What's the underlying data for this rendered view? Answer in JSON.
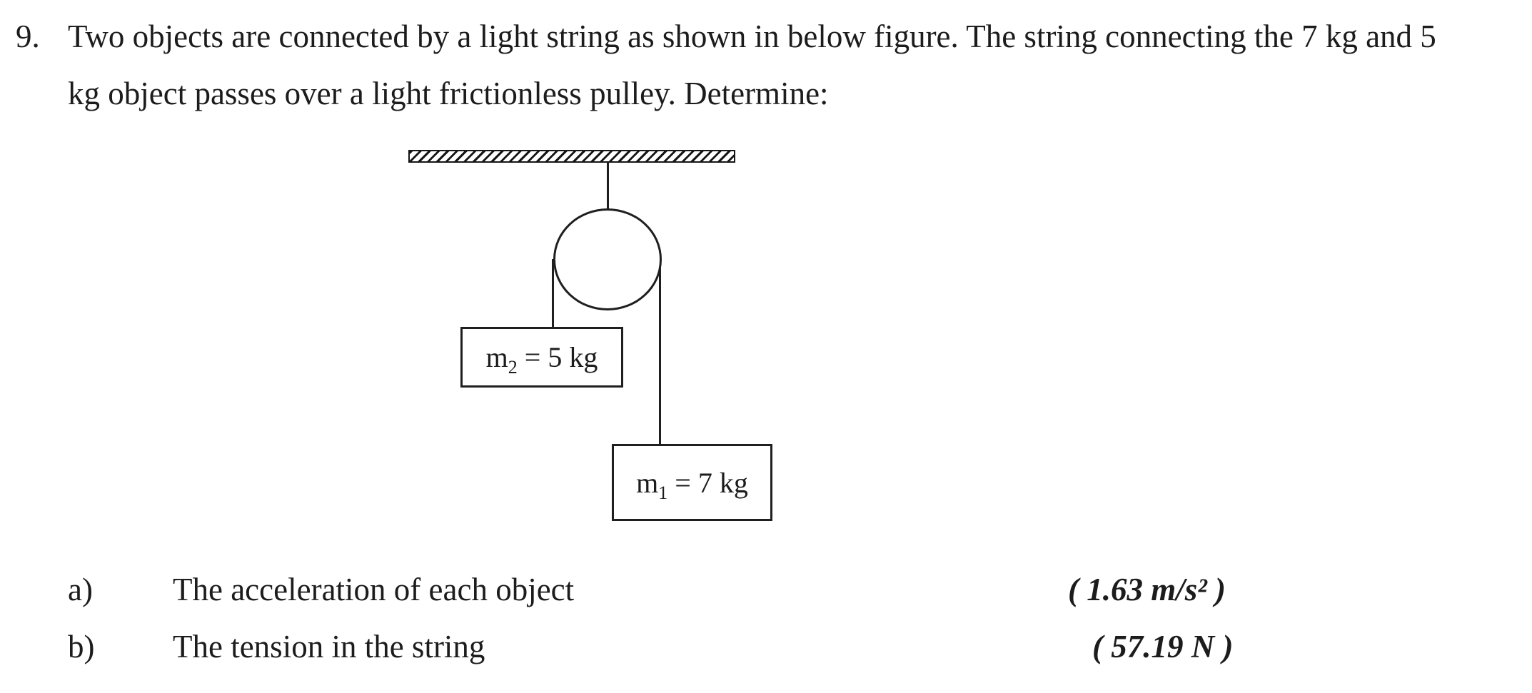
{
  "page": {
    "background": "#ffffff",
    "text_color": "#1c1c1c"
  },
  "problem": {
    "number": "9.",
    "line1": "Two objects are connected by a light string as shown in below figure. The string connecting the 7 kg and 5",
    "line2": "kg object passes over a light frictionless pulley. Determine:"
  },
  "figure": {
    "masses": {
      "m2": {
        "symbol": "m",
        "subscript": "2",
        "value": " = 5 kg"
      },
      "m1": {
        "symbol": "m",
        "subscript": "1",
        "value": " = 7 kg"
      }
    }
  },
  "questions": [
    {
      "label": "a)",
      "text": "The acceleration of each object",
      "answer": "( 1.63 m/s² )"
    },
    {
      "label": "b)",
      "text": "The tension in the string",
      "answer": "( 57.19 N )"
    }
  ]
}
